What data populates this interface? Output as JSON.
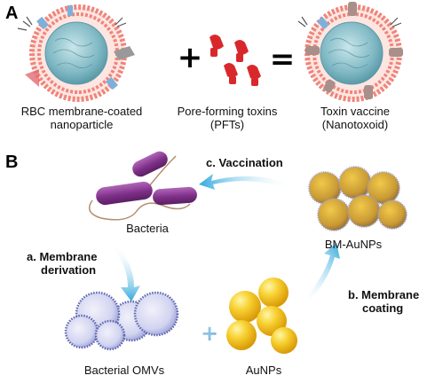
{
  "panels": {
    "a": "A",
    "b": "B"
  },
  "panel_a": {
    "item1": {
      "line1": "RBC membrane-coated",
      "line2": "nanoparticle"
    },
    "item2": {
      "line1": "Pore-forming toxins",
      "line2": "(PFTs)"
    },
    "item3": {
      "line1": "Toxin vaccine",
      "line2": "(Nanotoxoid)"
    },
    "plus_symbol": "+",
    "equals_symbol": "="
  },
  "panel_b": {
    "bacteria": "Bacteria",
    "vaccination": "c. Vaccination",
    "bm_aunps": "BM-AuNPs",
    "membrane_derivation": {
      "line1": "a. Membrane",
      "line2": "derivation"
    },
    "membrane_coating": {
      "line1": "b. Membrane",
      "line2": "coating"
    },
    "bacterial_omvs": "Bacterial OMVs",
    "aunps": "AuNPs",
    "plus_symbol": "+"
  },
  "colors": {
    "membrane": "#f0857a",
    "core": "#7fb8c4",
    "toxin": "#d9282b",
    "bacteria": "#8b3a93",
    "gold": "#f6c41e",
    "arrow": "#33a9dd",
    "vesicle": "#b9bde6"
  }
}
